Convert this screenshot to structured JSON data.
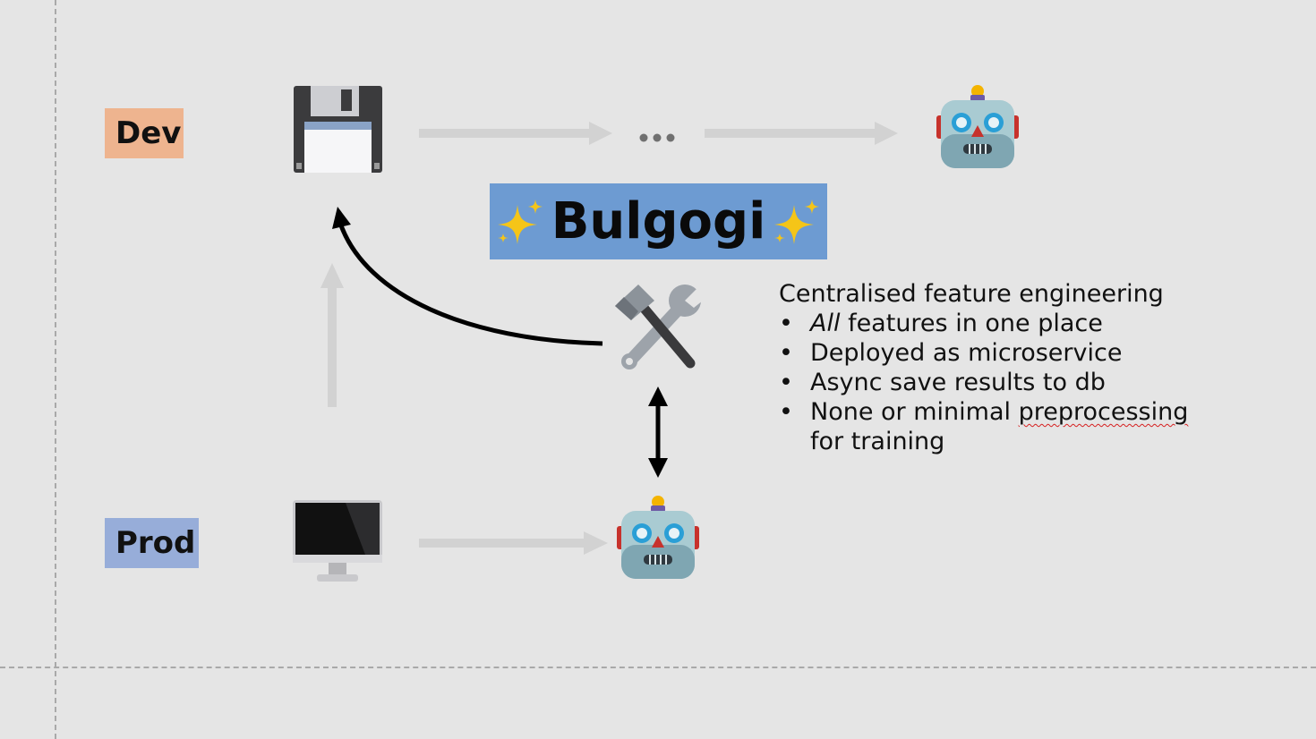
{
  "labels": {
    "dev": "Dev",
    "prod": "Prod"
  },
  "title": "Bulgogi",
  "ellipsis": "•••",
  "notes": {
    "heading": "Centralised feature engineering",
    "item1_em": "All",
    "item1_rest": " features in one place",
    "item2": "Deployed as microservice",
    "item3": "Async save results to db",
    "item4_lead": "None or minimal ",
    "item4_misspelled": "preprocessing",
    "item4_tail": "for training"
  },
  "colors": {
    "background": "#e5e5e5",
    "dev_label_bg": "#eeb48f",
    "prod_label_bg": "#97add9",
    "title_bg": "#6d9bd2",
    "faded_arrow": "#d2d2d2",
    "strong_arrow": "#000000"
  },
  "icons": {
    "dev_storage": "floppy-disk-icon",
    "dev_model": "robot-icon",
    "prod_client": "desktop-computer-icon",
    "prod_model": "robot-icon",
    "feature_service": "hammer-and-wrench-icon",
    "title_decoration": "sparkles-icon"
  }
}
